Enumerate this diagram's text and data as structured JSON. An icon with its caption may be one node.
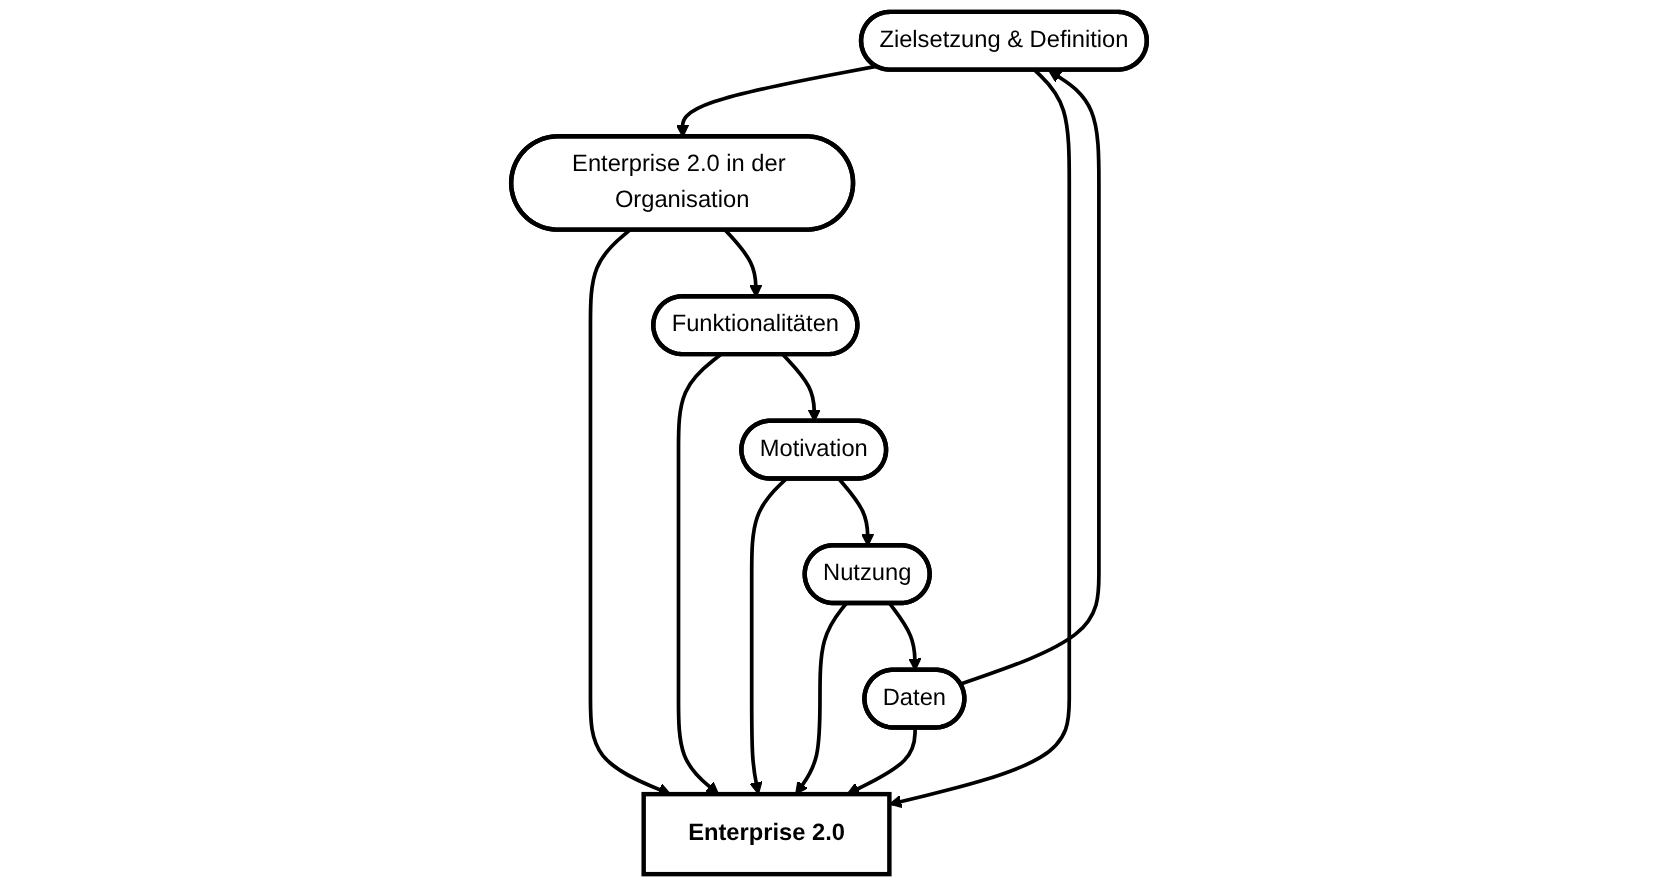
{
  "diagram": {
    "nodes": [
      {
        "text": [
          "Zielsetzung & Definition"
        ]
      },
      {
        "text": [
          "Daten"
        ]
      },
      {
        "text": [
          "Enterprise 2.0 in der Organisation"
        ]
      },
      {
        "text": [
          "Enterprise 2.0"
        ]
      },
      {
        "text": [
          "Nutzung"
        ]
      },
      {
        "text": [
          "Funktionalitäten"
        ]
      },
      {
        "text": [
          "Motivation"
        ]
      }
    ],
    "edges": [
      {
        "from": 1,
        "to": 0,
        "arrow": "to"
      },
      {
        "from": 0,
        "to": 2,
        "arrow": "to"
      },
      {
        "from": 0,
        "to": 3,
        "arrow": "to"
      },
      {
        "from": 1,
        "to": 3,
        "arrow": "to"
      },
      {
        "from": 2,
        "to": 3,
        "arrow": "to"
      },
      {
        "from": 2,
        "to": 5,
        "arrow": "to"
      },
      {
        "from": 5,
        "to": 3,
        "arrow": "to"
      },
      {
        "from": 5,
        "to": 6,
        "arrow": "to"
      },
      {
        "from": 6,
        "to": 3,
        "arrow": "to"
      },
      {
        "from": 4,
        "to": 3,
        "arrow": "to"
      },
      {
        "from": 6,
        "to": 4,
        "arrow": "to"
      },
      {
        "from": 4,
        "to": 1,
        "arrow": "to"
      }
    ]
  }
}
